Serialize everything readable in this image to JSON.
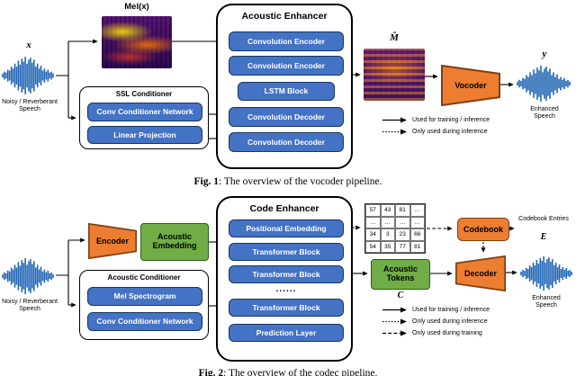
{
  "colors": {
    "block_blue": "#4472C4",
    "accent_orange": "#ED7D31",
    "accent_green": "#70AD47"
  },
  "fig1": {
    "input": {
      "symbol": "x",
      "caption": "Noisy / Reverberant Speech"
    },
    "mel_label": "Mel(x)",
    "ssl_conditioner": {
      "title": "SSL Conditioner",
      "blocks": [
        "Conv Conditioner Network",
        "Linear Projection"
      ]
    },
    "enhancer": {
      "title": "Acoustic Enhancer",
      "blocks": [
        "Convolution Encoder",
        "Convolution Encoder",
        "LSTM Block",
        "Convolution Decoder",
        "Convolution Decoder"
      ]
    },
    "mhat_label": "M̂",
    "vocoder": "Vocoder",
    "output": {
      "symbol": "y",
      "caption": "Enhanced Speech"
    },
    "legend": [
      {
        "style": "solid",
        "label": "Used for training / inference"
      },
      {
        "style": "dotted",
        "label": "Only used during inference"
      }
    ],
    "caption": {
      "bold": "Fig. 1",
      "text": ": The overview of the vocoder pipeline."
    }
  },
  "fig2": {
    "input": {
      "caption": "Noisy / Reverberant Speech"
    },
    "encoder": "Encoder",
    "acoustic_embedding": "Acoustic Embedding",
    "acoustic_conditioner": {
      "title": "Acoustic Conditioner",
      "blocks": [
        "Mel Spectrogram",
        "Conv Conditioner Network"
      ]
    },
    "enhancer": {
      "title": "Code Enhancer",
      "blocks": [
        "Positional Embedding",
        "Transformer Block",
        "Transformer Block",
        "......",
        "Transformer Block",
        "Prediction Layer"
      ]
    },
    "token_grid": {
      "rows": [
        [
          "57",
          "43",
          "81",
          "…"
        ],
        [
          "…",
          "…",
          "…",
          "…"
        ],
        [
          "34",
          "3",
          "23",
          "66"
        ],
        [
          "54",
          "35",
          "77",
          "81"
        ]
      ]
    },
    "codebook": "Codebook",
    "codebook_entries": {
      "label": "Codebook Entries",
      "symbol": "E"
    },
    "acoustic_tokens": {
      "label": "Acoustic Tokens",
      "symbol": "C"
    },
    "decoder": "Decoder",
    "output": {
      "caption": "Enhanced Speech"
    },
    "legend": [
      {
        "style": "solid",
        "label": "Used for training / inference"
      },
      {
        "style": "dotted",
        "label": "Only used during inference"
      },
      {
        "style": "dashed",
        "label": "Only used during training"
      }
    ],
    "caption": {
      "bold": "Fig. 2",
      "text": ": The overview of the codec pipeline."
    }
  }
}
